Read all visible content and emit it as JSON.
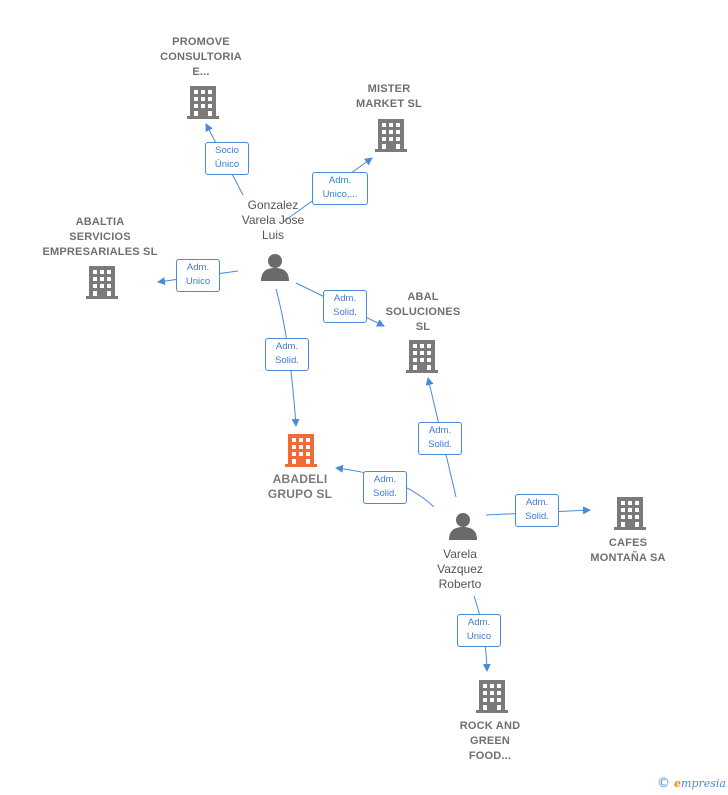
{
  "companies": {
    "promove": [
      "PROMOVE",
      "CONSULTORIA",
      "E..."
    ],
    "mister": [
      "MISTER",
      "MARKET  SL"
    ],
    "abaltia": [
      "ABALTIA",
      "SERVICIOS",
      "EMPRESARIALES SL"
    ],
    "abal": [
      "ABAL",
      "SOLUCIONES",
      "SL"
    ],
    "abadeli": [
      "ABADELI",
      "GRUPO  SL"
    ],
    "cafes": [
      "CAFES",
      "MONTAÑA SA"
    ],
    "rock": [
      "ROCK AND",
      "GREEN",
      "FOOD..."
    ]
  },
  "persons": {
    "gonzalez": [
      "Gonzalez",
      "Varela Jose",
      "Luis"
    ],
    "varela": [
      "Varela",
      "Vazquez",
      "Roberto"
    ]
  },
  "edges": {
    "socio_unico": [
      "Socio",
      "Único"
    ],
    "adm_unico_mister": [
      "Adm.",
      "Unico,..."
    ],
    "adm_unico_abaltia": [
      "Adm.",
      "Unico"
    ],
    "adm_solid_abal_g": [
      "Adm.",
      "Solid."
    ],
    "adm_solid_abadeli_g": [
      "Adm.",
      "Solid."
    ],
    "adm_solid_abal_v": [
      "Adm.",
      "Solid."
    ],
    "adm_solid_abadeli_v": [
      "Adm.",
      "Solid."
    ],
    "adm_solid_cafes": [
      "Adm.",
      "Solid."
    ],
    "adm_unico_rock": [
      "Adm.",
      "Unico"
    ]
  },
  "footer": {
    "copyright_symbol": "©",
    "brand_initial": "e",
    "brand_rest": "mpresia"
  },
  "colors": {
    "edge": "#4a8ad8",
    "building": "#7a7a7a",
    "main_building": "#f26a35",
    "person": "#6a6a6a"
  }
}
